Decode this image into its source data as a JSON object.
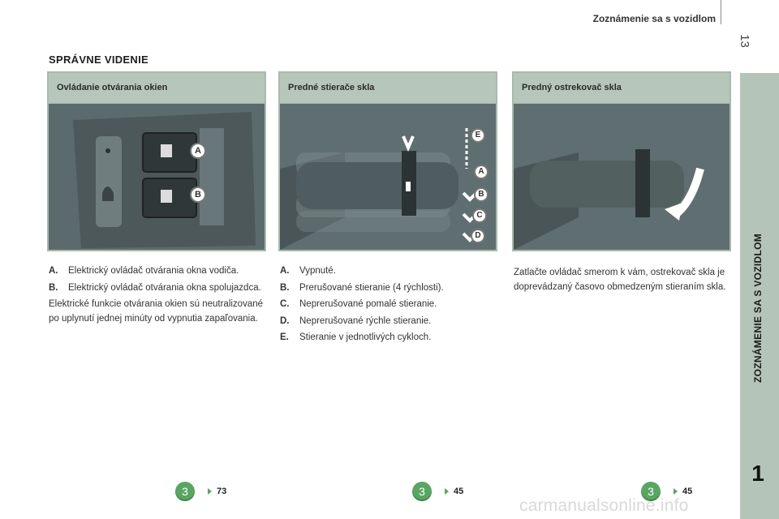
{
  "header": {
    "title": "Zoznámenie sa s vozidlom",
    "page_number": "13"
  },
  "side_tab": {
    "label": "ZOZNÁMENIE SA S VOZIDLOM",
    "chapter_number": "1",
    "color": "#b5c4b8"
  },
  "section_title": "SPRÁVNE VIDENIE",
  "panels": [
    {
      "title": "Ovládanie otvárania okien",
      "callouts": [
        "A",
        "B"
      ],
      "items": [
        {
          "label": "A.",
          "text": "Elektrický ovládač otvárania okna vodiča."
        },
        {
          "label": "B.",
          "text": "Elektrický ovládač otvárania okna spolujazdca."
        }
      ],
      "note": "Elektrické funkcie otvárania okien sú neutralizované po uplynutí jednej minúty od vypnutia zapaľovania.",
      "reference": {
        "badge": "3",
        "page": "73"
      }
    },
    {
      "title": "Predné stierače skla",
      "callouts": [
        "E",
        "A",
        "B",
        "C",
        "D"
      ],
      "items": [
        {
          "label": "A.",
          "text": "Vypnuté."
        },
        {
          "label": "B.",
          "text": "Prerušované stieranie (4 rýchlosti)."
        },
        {
          "label": "C.",
          "text": "Neprerušované pomalé stieranie."
        },
        {
          "label": "D.",
          "text": "Neprerušované rýchle stieranie."
        },
        {
          "label": "E.",
          "text": "Stieranie v jednotlivých cykloch."
        }
      ],
      "reference": {
        "badge": "3",
        "page": "45"
      }
    },
    {
      "title": "Predný ostrekovač skla",
      "description": "Zatlačte ovládač smerom k vám, ostrekovač skla je doprevádzaný časovo obmedzeným stieraním skla.",
      "reference": {
        "badge": "3",
        "page": "45"
      }
    }
  ],
  "watermark": "carmanualsonline.info",
  "colors": {
    "accent_green": "#5aa564",
    "panel_bg": "#b7c6ba",
    "photo_bg": "#5e6d6f"
  }
}
